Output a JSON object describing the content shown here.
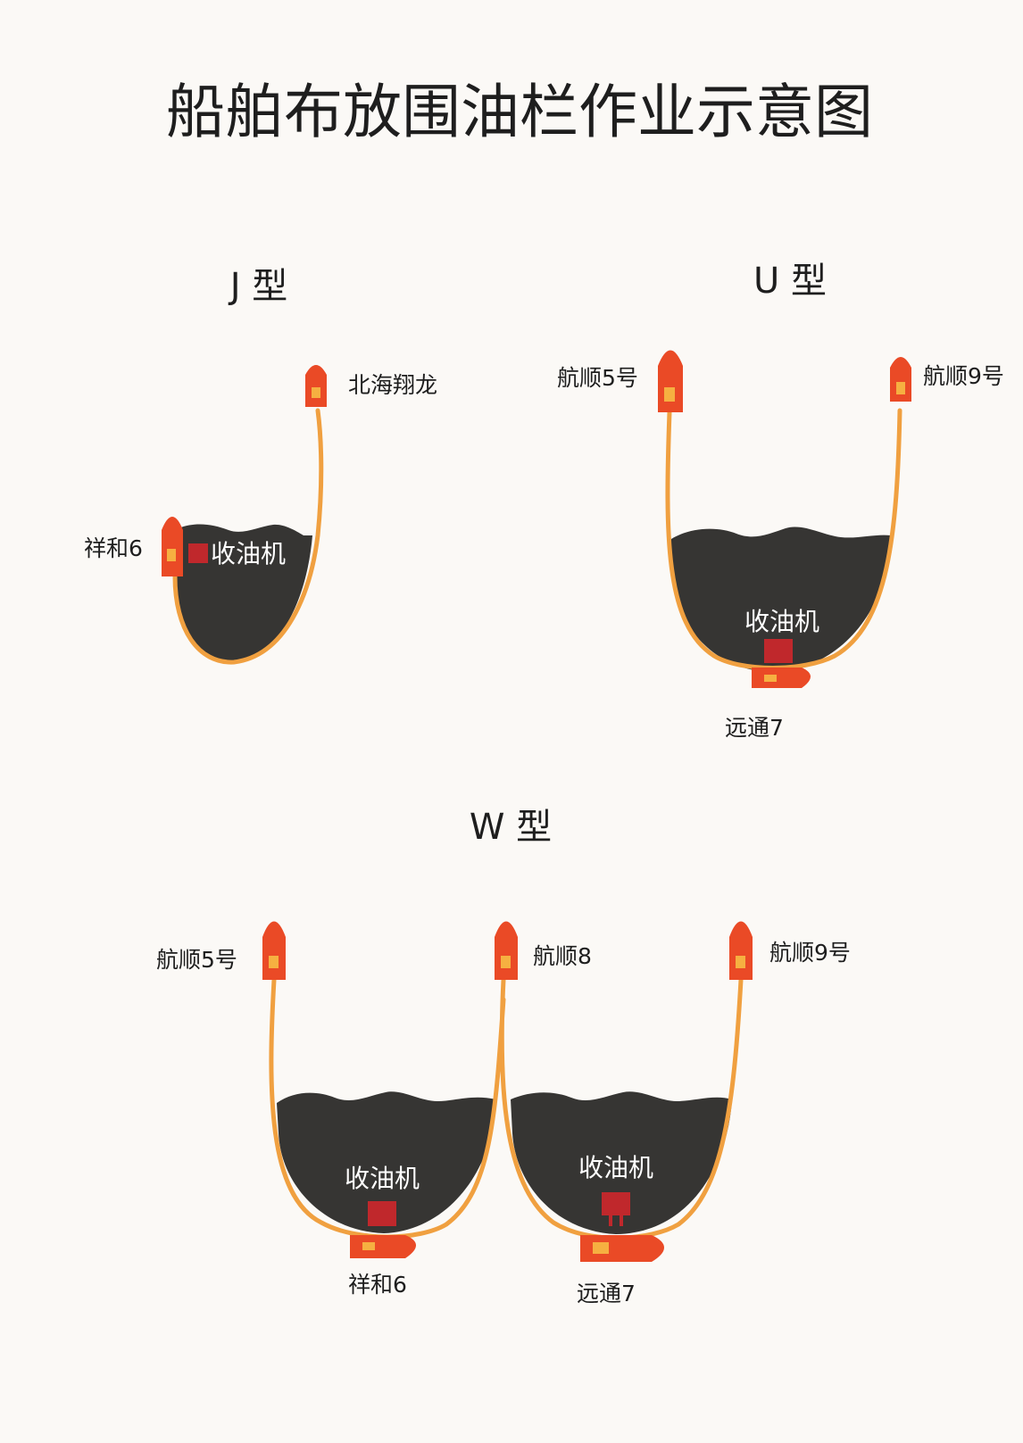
{
  "title": "船舶布放围油栏作业示意图",
  "colors": {
    "background": "#fbf9f6",
    "oil": "#363533",
    "boom": "#f0a040",
    "ship_hull": "#ea4a26",
    "ship_deck": "#f6b041",
    "skimmer": "#c0282c"
  },
  "j_type": {
    "label": "J 型",
    "ship_top": "北海翔龙",
    "ship_left": "祥和6",
    "skimmer": "收油机"
  },
  "u_type": {
    "label": "U 型",
    "ship_left": "航顺5号",
    "ship_right": "航顺9号",
    "ship_bottom": "远通7",
    "skimmer": "收油机"
  },
  "w_type": {
    "label": "W 型",
    "ship_left": "航顺5号",
    "ship_middle": "航顺8",
    "ship_right": "航顺9号",
    "ship_bottom_left": "祥和6",
    "ship_bottom_right": "远通7",
    "skimmer_left": "收油机",
    "skimmer_right": "收油机"
  }
}
